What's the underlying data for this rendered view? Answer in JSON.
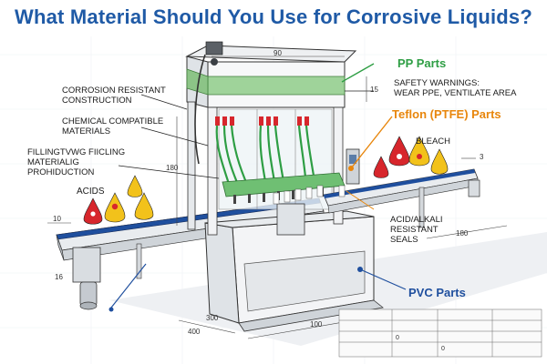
{
  "title": "What Material Should You Use for Corrosive Liquids?",
  "callouts": {
    "pp": "PP Parts",
    "teflon": "Teflon (PTFE) Parts",
    "pvc": "PVC Parts"
  },
  "annotations": {
    "corrosion_line1": "CORROSION RESISTANT",
    "corrosion_line2": "CONSTRUCTION",
    "chemical_line1": "CHEMICAL COMPATIBLE",
    "chemical_line2": "MATERIALS",
    "filling_line1": "FILLINGTVWG FIICLING",
    "filling_line2": "MATERIALIG",
    "filling_line3": "PROHIDUCTION",
    "acids": "ACIDS",
    "safety_line1": "SAFETY WARNINGS:",
    "safety_line2": "WEAR PPE, VENTILATE AREA",
    "bleach": "BLEACH",
    "seals_line1": "ACID/ALKALI",
    "seals_line2": "RESISTANT",
    "seals_line3": "SEALS"
  },
  "dimensions": {
    "top_width": "90",
    "top_height": "15",
    "frame_height": "180",
    "left_conveyor": "10",
    "left_small": "16",
    "right_small": "3",
    "right_conveyor": "180",
    "base_depth": "300",
    "base_width": "100",
    "base_left": "400"
  },
  "title_block": {
    "cell_a": "0",
    "cell_b": "0"
  },
  "colors": {
    "title_blue": "#1f5aa6",
    "pp_green": "#2e9e44",
    "teflon_orange": "#e8860c",
    "pvc_blue": "#1f4f9e",
    "frame_green": "#9fd39a",
    "hazard_red": "#d7262c",
    "hazard_yellow": "#f2c21b"
  },
  "icons": [
    "skull-hazard-drop-icon",
    "corrosive-hazard-drop-icon"
  ]
}
